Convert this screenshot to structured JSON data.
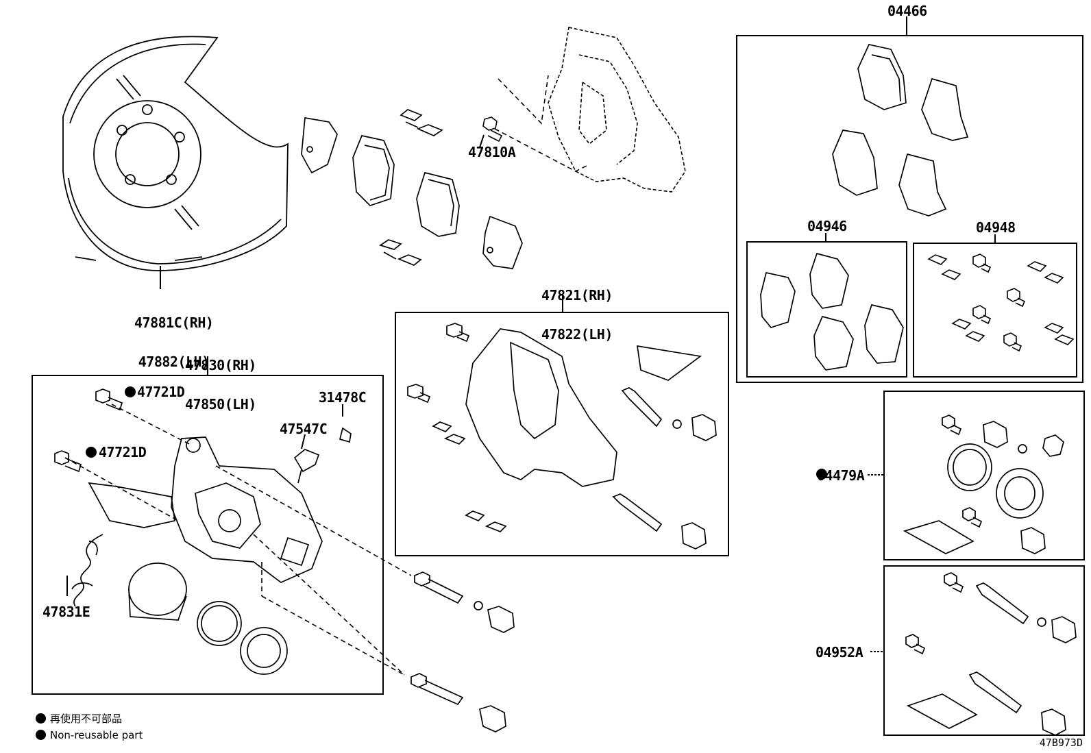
{
  "diagram": {
    "labels": {
      "shield": [
        "47881C(RH)",
        "47882(LH)"
      ],
      "caliper_rear": [
        "47830(RH)",
        "47850(LH)"
      ],
      "caliper_front": [
        "47821(RH)",
        "47822(LH)"
      ],
      "bolt_a": "47810A",
      "bolt_d1": "47721D",
      "bolt_d2": "47721D",
      "cap": "31478C",
      "bleeder": "47547C",
      "spring": "47831E",
      "pad_kit": "04466",
      "shim_kit_a": "04946",
      "shim_kit_b": "04948",
      "seal_kit": "04479A",
      "slide_kit": "04952A"
    },
    "legend": {
      "japanese": "再使用不可部品",
      "english": "Non-reusable part"
    },
    "figure_code": "47B973D"
  }
}
